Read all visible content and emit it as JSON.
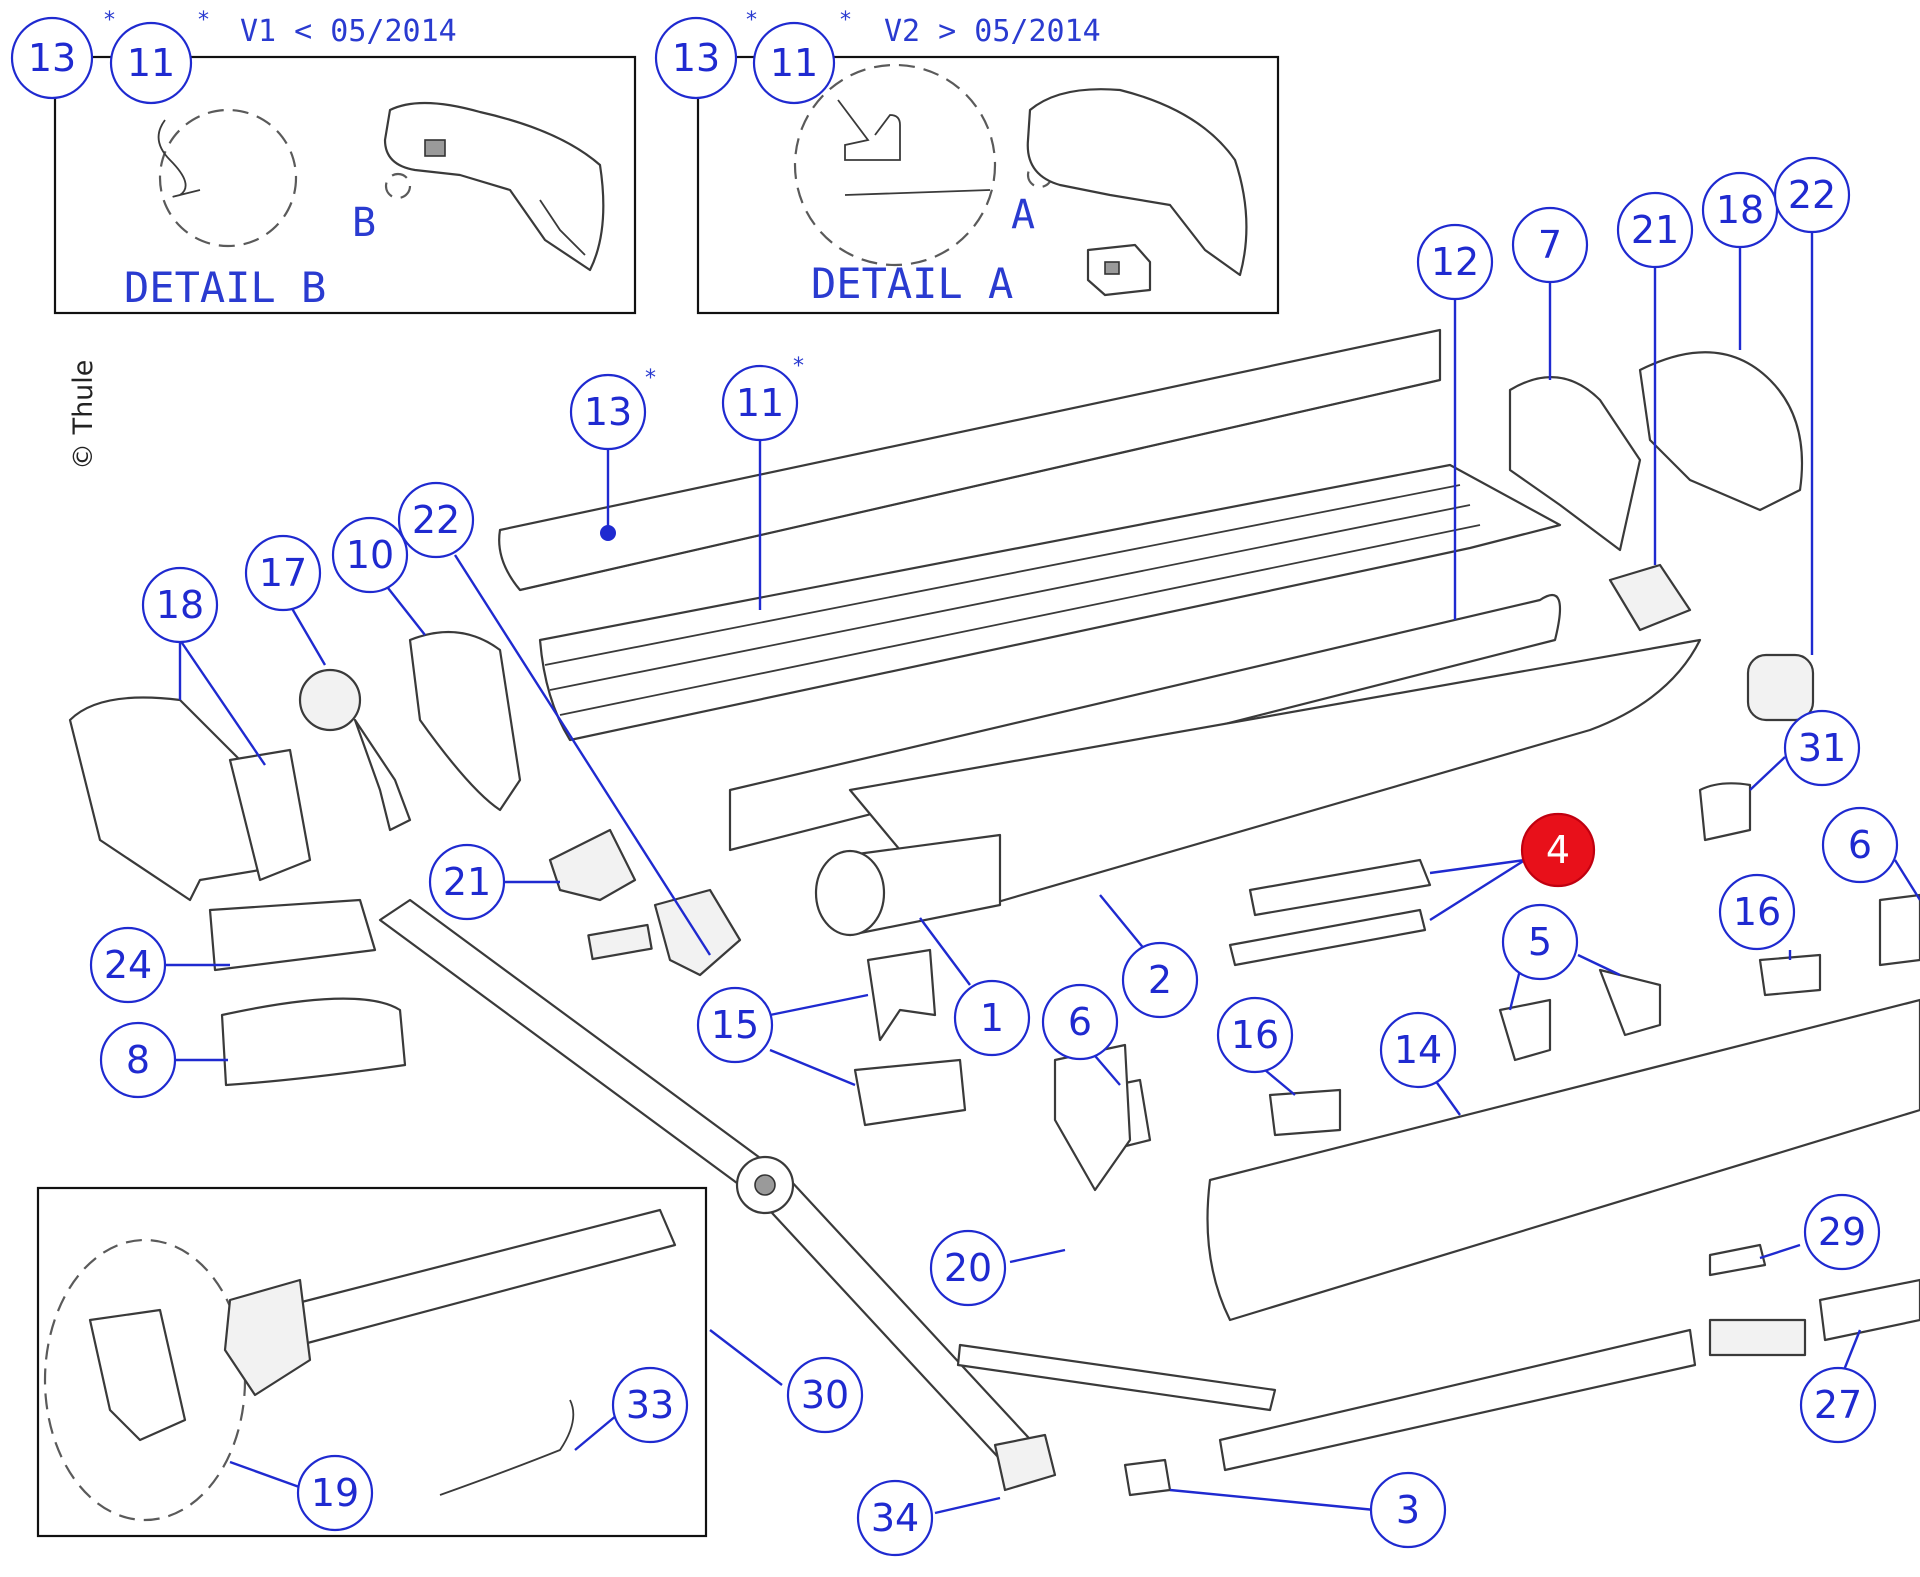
{
  "copyright": "© Thule",
  "inset_v1": {
    "title": "V1 < 05/2014",
    "callout_a": "13",
    "callout_b": "11",
    "detail_label": "DETAIL B",
    "point_label": "B"
  },
  "inset_v2": {
    "title": "V2 > 05/2014",
    "callout_a": "13",
    "callout_b": "11",
    "detail_label": "DETAIL A",
    "point_label": "A"
  },
  "asterisk": "*",
  "highlighted_part": "4",
  "callouts": {
    "c13": "13",
    "c11": "11",
    "c12": "12",
    "c7": "7",
    "c21r": "21",
    "c18r": "18",
    "c22r": "22",
    "c22": "22",
    "c10": "10",
    "c17": "17",
    "c18": "18",
    "c21": "21",
    "c24": "24",
    "c8": "8",
    "c31": "31",
    "c4": "4",
    "c6r": "6",
    "c16r": "16",
    "c5": "5",
    "c2": "2",
    "c1": "1",
    "c15": "15",
    "c6": "6",
    "c16": "16",
    "c14": "14",
    "c20": "20",
    "c29": "29",
    "c30": "30",
    "c33": "33",
    "c19": "19",
    "c27": "27",
    "c34": "34",
    "c3": "3"
  },
  "colors": {
    "callout_blue": "#1f2ad0",
    "highlight_red": "#e8101a",
    "line_gray": "#3a3a3a"
  }
}
